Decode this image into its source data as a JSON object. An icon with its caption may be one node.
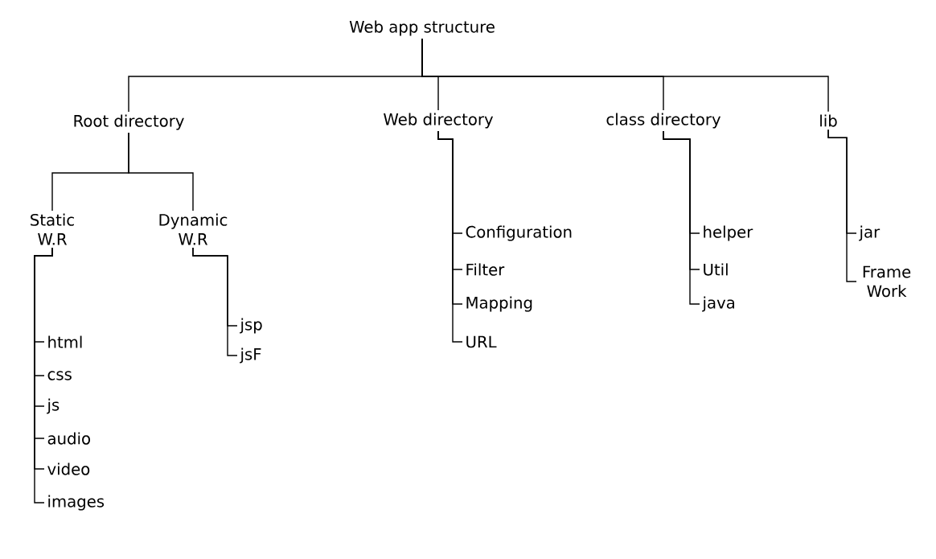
{
  "diagram": {
    "nodes": [
      {
        "text": [
          "Web app structure"
        ]
      },
      {
        "text": [
          "Root directory"
        ]
      },
      {
        "text": [
          "Web directory"
        ]
      },
      {
        "text": [
          "class directory"
        ]
      },
      {
        "text": [
          "lib"
        ]
      },
      {
        "text": [
          "Static W.R"
        ]
      },
      {
        "text": [
          "Dynamic W.R"
        ]
      },
      {
        "text": [
          "html"
        ]
      },
      {
        "text": [
          "css"
        ]
      },
      {
        "text": [
          "js"
        ]
      },
      {
        "text": [
          "audio"
        ]
      },
      {
        "text": [
          "video"
        ]
      },
      {
        "text": [
          "images"
        ]
      },
      {
        "text": [
          "jsp"
        ]
      },
      {
        "text": [
          "jsF"
        ]
      },
      {
        "text": [
          "Configuration"
        ]
      },
      {
        "text": [
          "Filter"
        ]
      },
      {
        "text": [
          "Mapping"
        ]
      },
      {
        "text": [
          "URL"
        ]
      },
      {
        "text": [
          "helper"
        ]
      },
      {
        "text": [
          "Util"
        ]
      },
      {
        "text": [
          "java"
        ]
      },
      {
        "text": [
          "jar"
        ]
      },
      {
        "text": [
          "Frame Work"
        ]
      }
    ],
    "edges": [
      {
        "from": 0,
        "to": 1,
        "arrow": "none"
      },
      {
        "from": 0,
        "to": 2,
        "arrow": "none"
      },
      {
        "from": 0,
        "to": 3,
        "arrow": "none"
      },
      {
        "from": 0,
        "to": 4,
        "arrow": "none"
      },
      {
        "from": 1,
        "to": 5,
        "arrow": "none"
      },
      {
        "from": 1,
        "to": 6,
        "arrow": "none"
      },
      {
        "from": 5,
        "to": 7,
        "arrow": "none"
      },
      {
        "from": 5,
        "to": 8,
        "arrow": "none"
      },
      {
        "from": 5,
        "to": 9,
        "arrow": "none"
      },
      {
        "from": 5,
        "to": 10,
        "arrow": "none"
      },
      {
        "from": 5,
        "to": 11,
        "arrow": "none"
      },
      {
        "from": 5,
        "to": 12,
        "arrow": "none"
      },
      {
        "from": 6,
        "to": 13,
        "arrow": "none"
      },
      {
        "from": 6,
        "to": 14,
        "arrow": "none"
      },
      {
        "from": 2,
        "to": 15,
        "arrow": "none"
      },
      {
        "from": 2,
        "to": 16,
        "arrow": "none"
      },
      {
        "from": 2,
        "to": 17,
        "arrow": "none"
      },
      {
        "from": 2,
        "to": 18,
        "arrow": "none"
      },
      {
        "from": 3,
        "to": 19,
        "arrow": "none"
      },
      {
        "from": 3,
        "to": 20,
        "arrow": "none"
      },
      {
        "from": 3,
        "to": 21,
        "arrow": "none"
      },
      {
        "from": 4,
        "to": 22,
        "arrow": "none"
      },
      {
        "from": 4,
        "to": 23,
        "arrow": "none"
      }
    ]
  }
}
